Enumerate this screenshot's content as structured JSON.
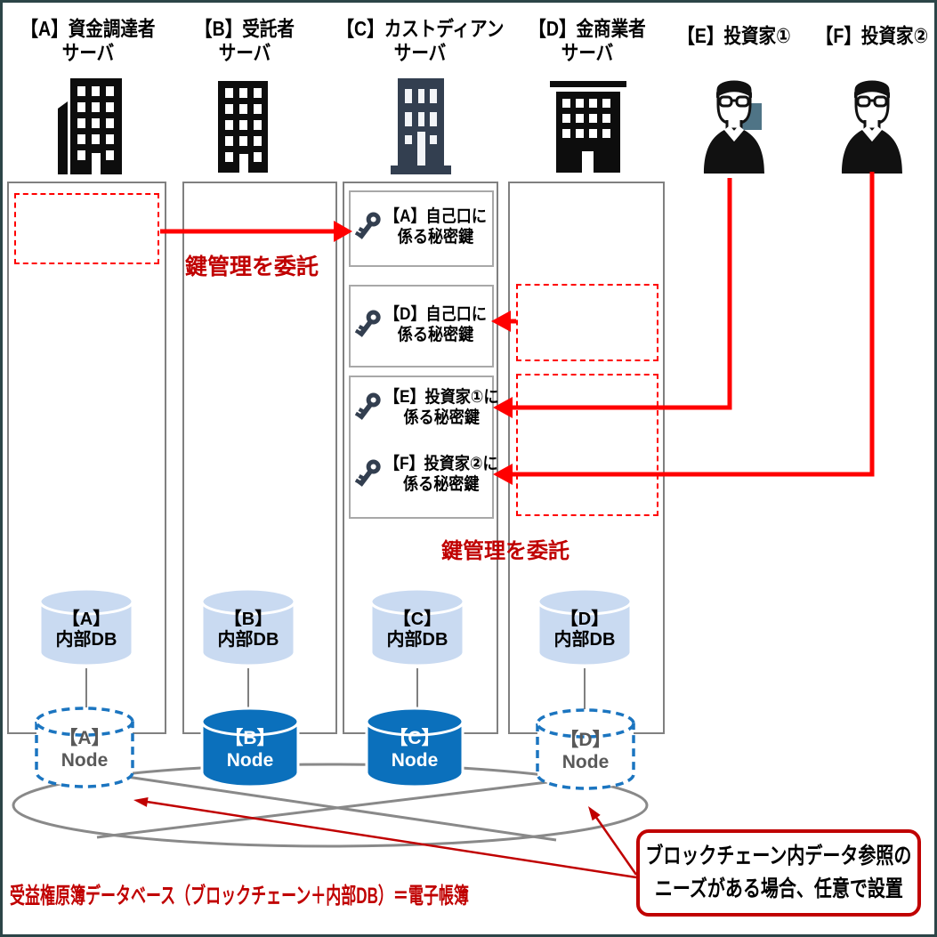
{
  "actors": {
    "a": {
      "name": "【A】資金調達者",
      "sub": "サーバ"
    },
    "b": {
      "name": "【B】受託者",
      "sub": "サーバ"
    },
    "c": {
      "name": "【C】カストディアン",
      "sub": "サーバ"
    },
    "d": {
      "name": "【D】金商業者",
      "sub": "サーバ"
    },
    "e": {
      "name": "【E】投資家①"
    },
    "f": {
      "name": "【F】投資家②"
    }
  },
  "private_keys": {
    "a": {
      "line1": "【A】自己口に",
      "line2": "係る秘密鍵"
    },
    "d": {
      "line1": "【D】自己口に",
      "line2": "係る秘密鍵"
    },
    "e": {
      "line1": "【E】投資家①に",
      "line2": "係る秘密鍵"
    },
    "f": {
      "line1": "【F】投資家②に",
      "line2": "係る秘密鍵"
    }
  },
  "annotations": {
    "delegate_key_mgmt_top": "鍵管理を委託",
    "delegate_key_mgmt_bottom": "鍵管理を委託",
    "ledger_formula": "受益権原簿データベース（ブロックチェーン＋内部DB）＝電子帳簿",
    "callout_line1": "ブロックチェーン内データ参照の",
    "callout_line2": "ニーズがある場合、任意で設置"
  },
  "internal_dbs": {
    "a": {
      "line1": "【A】",
      "line2": "内部DB"
    },
    "b": {
      "line1": "【B】",
      "line2": "内部DB"
    },
    "c": {
      "line1": "【C】",
      "line2": "内部DB"
    },
    "d": {
      "line1": "【D】",
      "line2": "内部DB"
    }
  },
  "nodes": {
    "a": {
      "line1": "【A】",
      "line2": "Node",
      "style": "dashed"
    },
    "b": {
      "line1": "【B】",
      "line2": "Node",
      "style": "solid"
    },
    "c": {
      "line1": "【C】",
      "line2": "Node",
      "style": "solid"
    },
    "d": {
      "line1": "【D】",
      "line2": "Node",
      "style": "dashed"
    }
  },
  "colors": {
    "arrow_red": "#ff0000",
    "dark_red": "#c00000",
    "solid_node_blue": "#0b70bc",
    "dashed_node_blue": "#1b75c0",
    "db_light_blue": "#c9daf1",
    "frame_teal": "#2c4547",
    "border_gray": "#808080",
    "mesh_gray": "#898989",
    "icon_slate": "#333f50",
    "teal_accent": "#4f7486"
  }
}
